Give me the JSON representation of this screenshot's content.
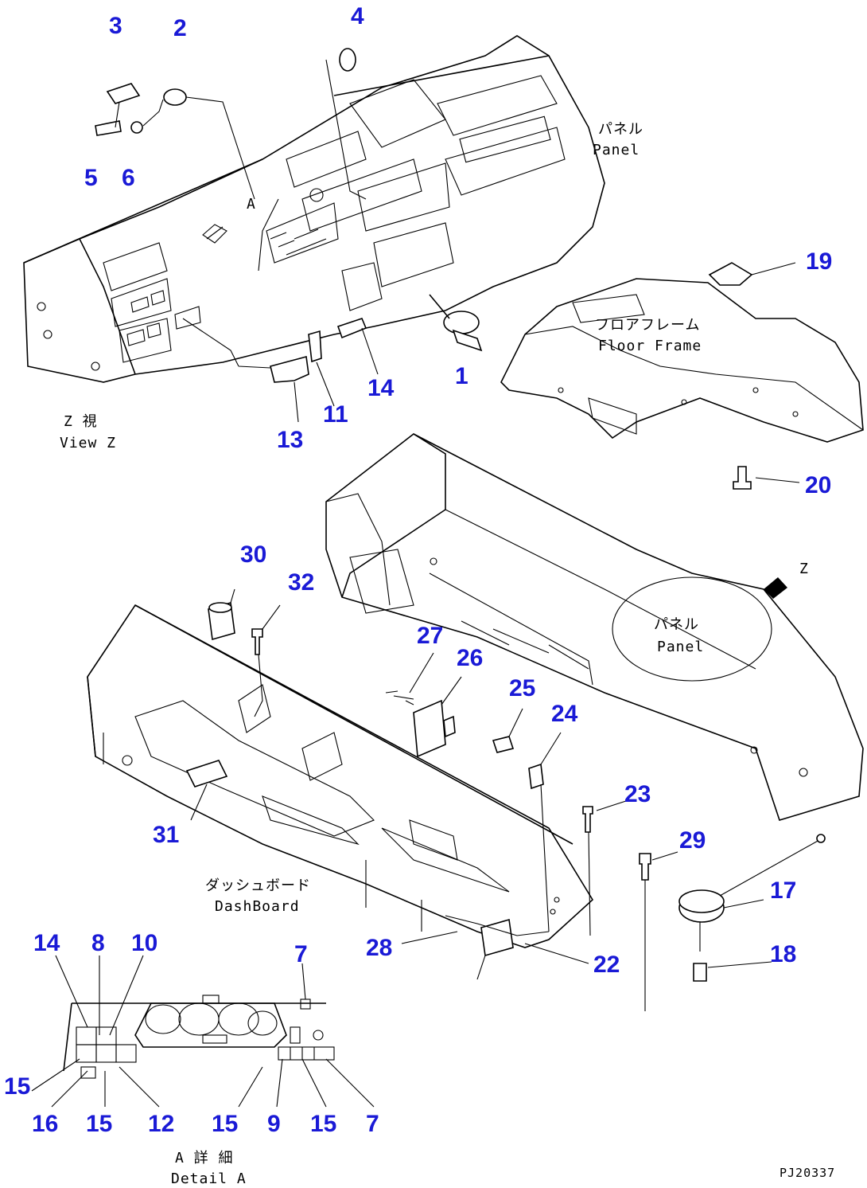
{
  "callouts": {
    "c1": "1",
    "c2": "2",
    "c3": "3",
    "c4": "4",
    "c5": "5",
    "c6": "6",
    "c7a": "7",
    "c7b": "7",
    "c8": "8",
    "c9": "9",
    "c10": "10",
    "c11": "11",
    "c12": "12",
    "c13": "13",
    "c14a": "14",
    "c14b": "14",
    "c15a": "15",
    "c15b": "15",
    "c15c": "15",
    "c15d": "15",
    "c16": "16",
    "c17": "17",
    "c18": "18",
    "c19": "19",
    "c20": "20",
    "c22": "22",
    "c23": "23",
    "c24": "24",
    "c25": "25",
    "c26": "26",
    "c27": "27",
    "c28": "28",
    "c29": "29",
    "c30": "30",
    "c31": "31",
    "c32": "32"
  },
  "labels": {
    "panel_top_jp": "パネル",
    "panel_top_en": "Panel",
    "floor_frame_jp": "フロアフレーム",
    "floor_frame_en": "Floor Frame",
    "view_z_jp": "Z 視",
    "view_z_en": "View Z",
    "panel_mid_jp": "パネル",
    "panel_mid_en": "Panel",
    "dashboard_jp": "ダッシュボード",
    "dashboard_en": "DashBoard",
    "detail_a_jp": "A 詳 細",
    "detail_a_en": "Detail A",
    "marker_a": "A",
    "marker_z": "Z",
    "drawing_code": "PJ20337"
  },
  "colors": {
    "callout": "#1a1ad6",
    "line": "#000000",
    "background": "#ffffff"
  }
}
